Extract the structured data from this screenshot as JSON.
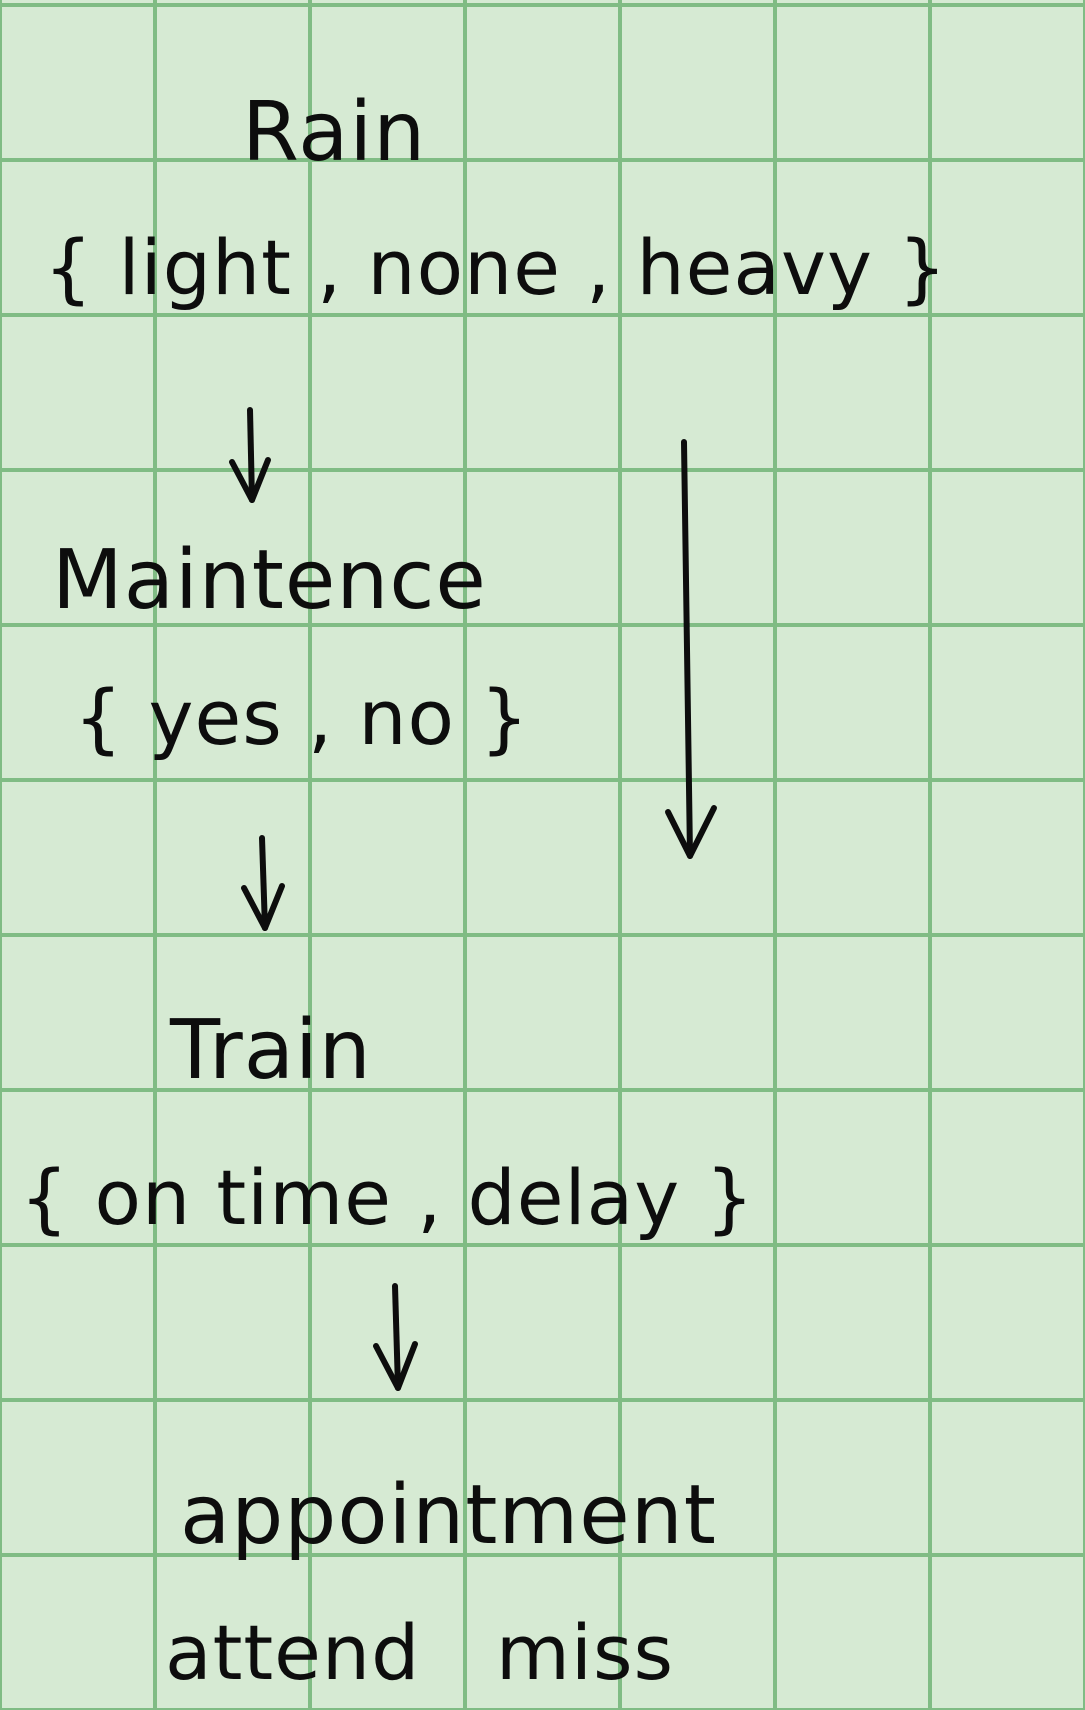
{
  "nodes": [
    {
      "id": "rain",
      "name": "Rain",
      "values": "{ light , none , heavy }"
    },
    {
      "id": "maintenance",
      "name": "Maintence",
      "values": "{ yes , no }"
    },
    {
      "id": "train",
      "name": "Train",
      "values": "{ on time , delay }"
    },
    {
      "id": "appointment",
      "name": "appointment",
      "values": "attend   miss"
    }
  ],
  "edges": [
    {
      "from": "rain",
      "to": "maintenance"
    },
    {
      "from": "rain",
      "to": "train"
    },
    {
      "from": "maintenance",
      "to": "train"
    },
    {
      "from": "train",
      "to": "appointment"
    }
  ],
  "colors": {
    "paper": "#d6ead3",
    "grid_line": "#80bc84",
    "ink": "#0d0d0d"
  }
}
